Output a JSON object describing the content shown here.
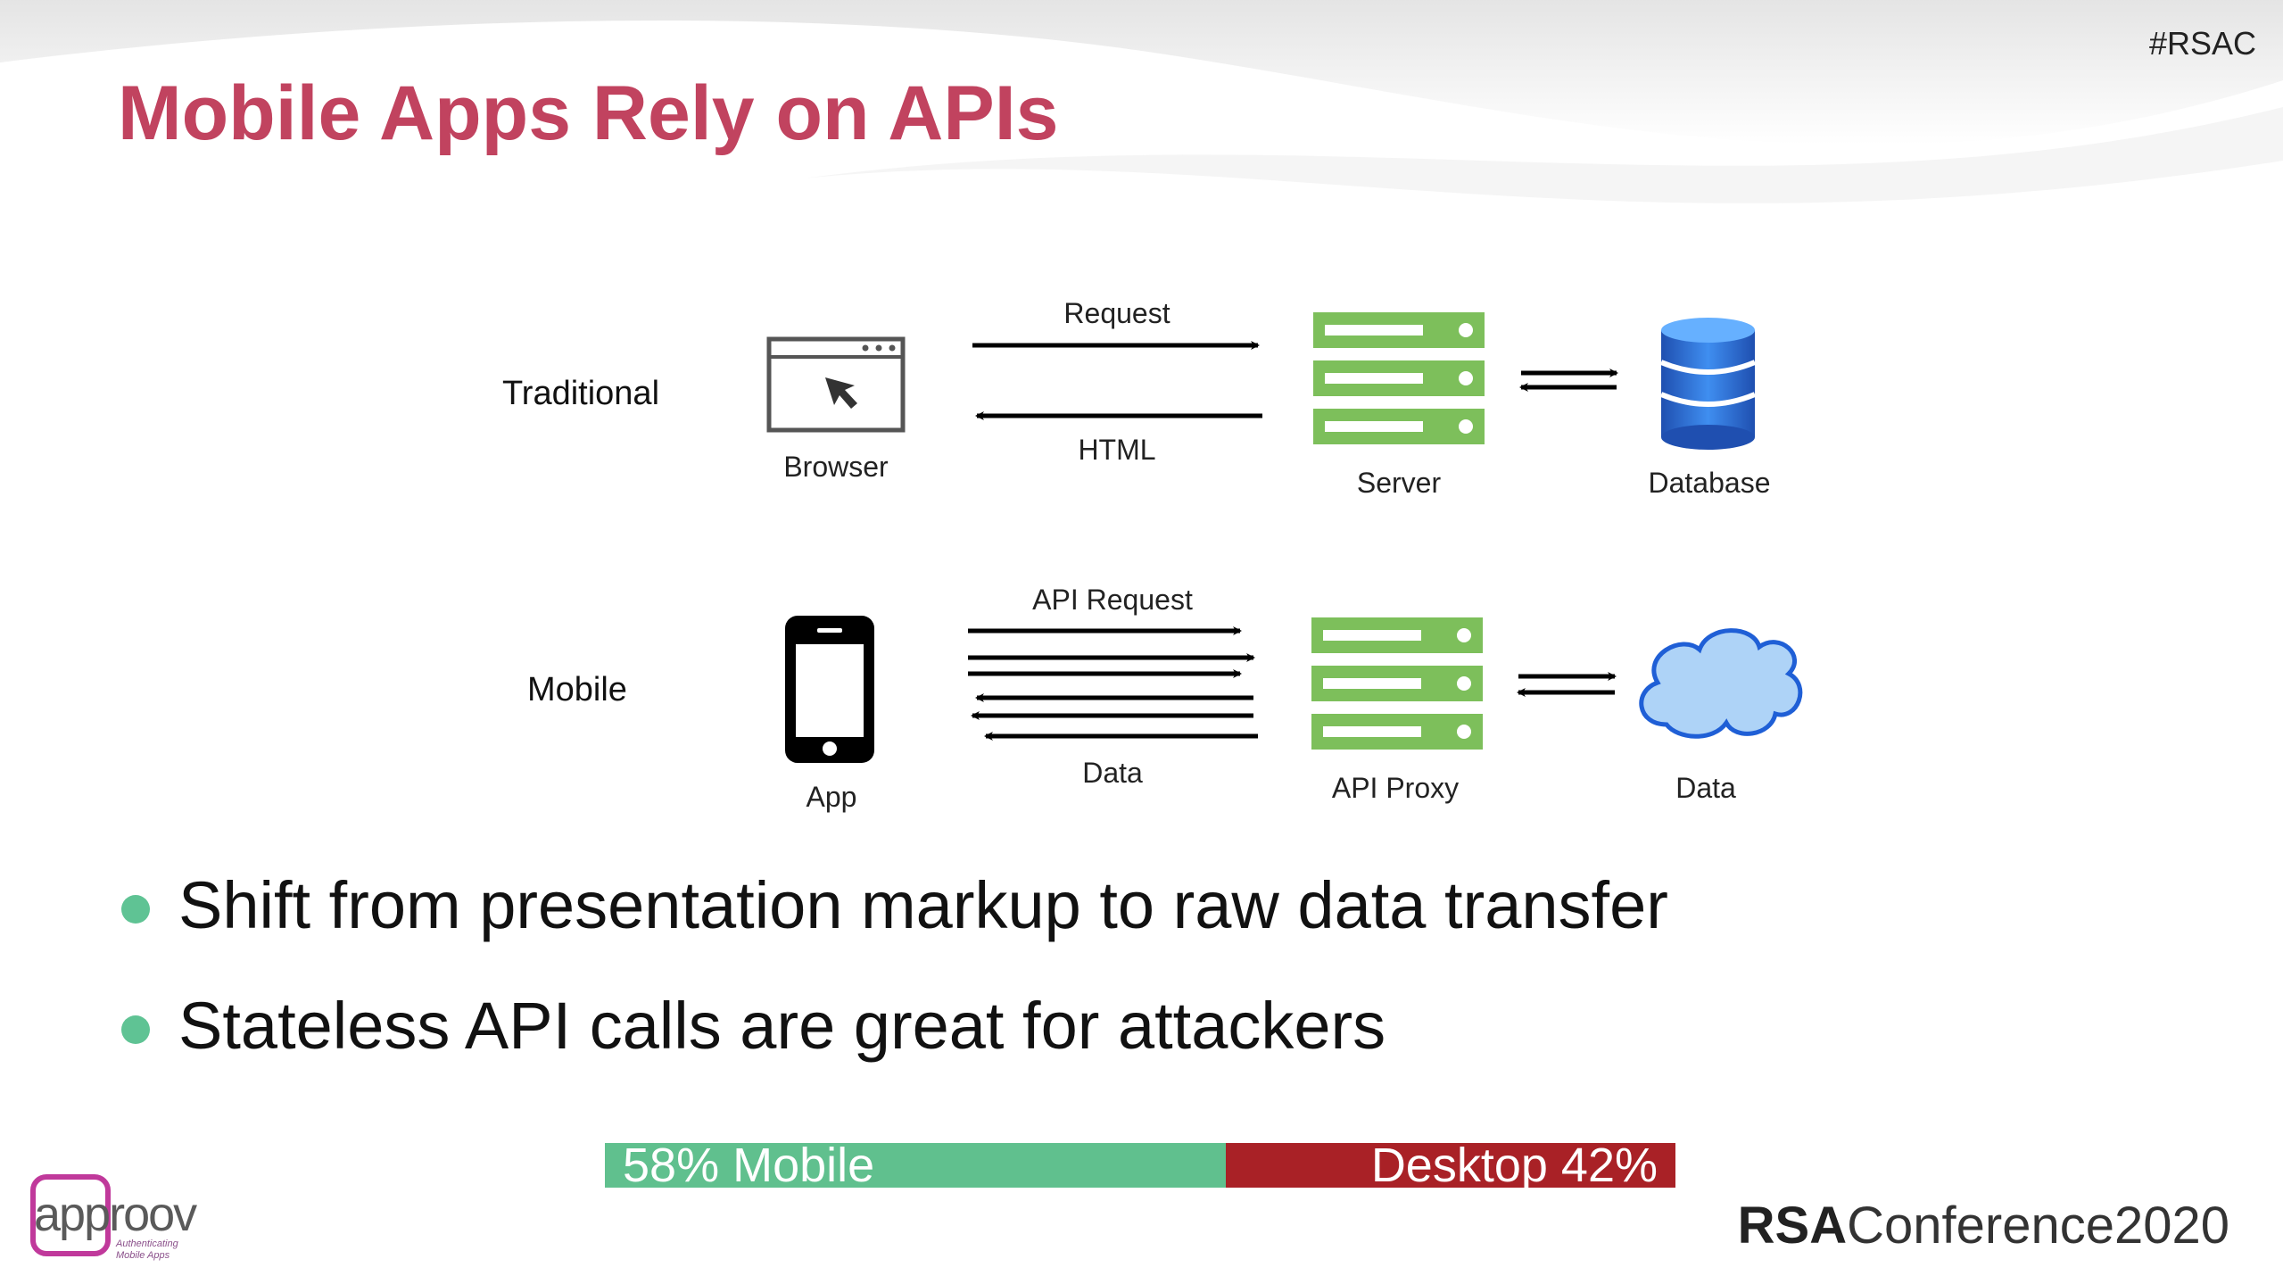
{
  "hashtag": "#RSAC",
  "title": "Mobile Apps Rely on APIs",
  "diagram": {
    "traditional": {
      "row_label": "Traditional",
      "browser_label": "Browser",
      "request_label": "Request",
      "response_label": "HTML",
      "server_label": "Server",
      "database_label": "Database"
    },
    "mobile": {
      "row_label": "Mobile",
      "app_label": "App",
      "request_label": "API Request",
      "response_label": "Data",
      "proxy_label": "API Proxy",
      "data_label": "Data"
    }
  },
  "bullets": [
    "Shift from presentation markup to raw data transfer",
    "Stateless API calls are great for attackers"
  ],
  "share_bar": {
    "mobile_label": "58% Mobile",
    "mobile_fraction": 0.58,
    "mobile_color": "#60c08e",
    "desktop_label": "Desktop 42%",
    "desktop_fraction": 0.42,
    "desktop_color": "#a92126"
  },
  "footer": {
    "logo_text": "approov",
    "logo_tagline": "Authenticating Mobile Apps",
    "conference_brand": "RSA",
    "conference_text": "Conference2020"
  },
  "colors": {
    "title": "#c1435f",
    "bullet_dot": "#5fc394",
    "server_green": "#7dbf5b",
    "database_blue": "#2a6fd6",
    "cloud_blue": "#aed3f7"
  },
  "icons": [
    "browser-window-icon",
    "mouse-cursor-icon",
    "server-rack-icon",
    "database-icon",
    "smartphone-icon",
    "cloud-icon",
    "arrow-right-icon",
    "arrow-left-icon",
    "bidirectional-arrows-icon"
  ]
}
